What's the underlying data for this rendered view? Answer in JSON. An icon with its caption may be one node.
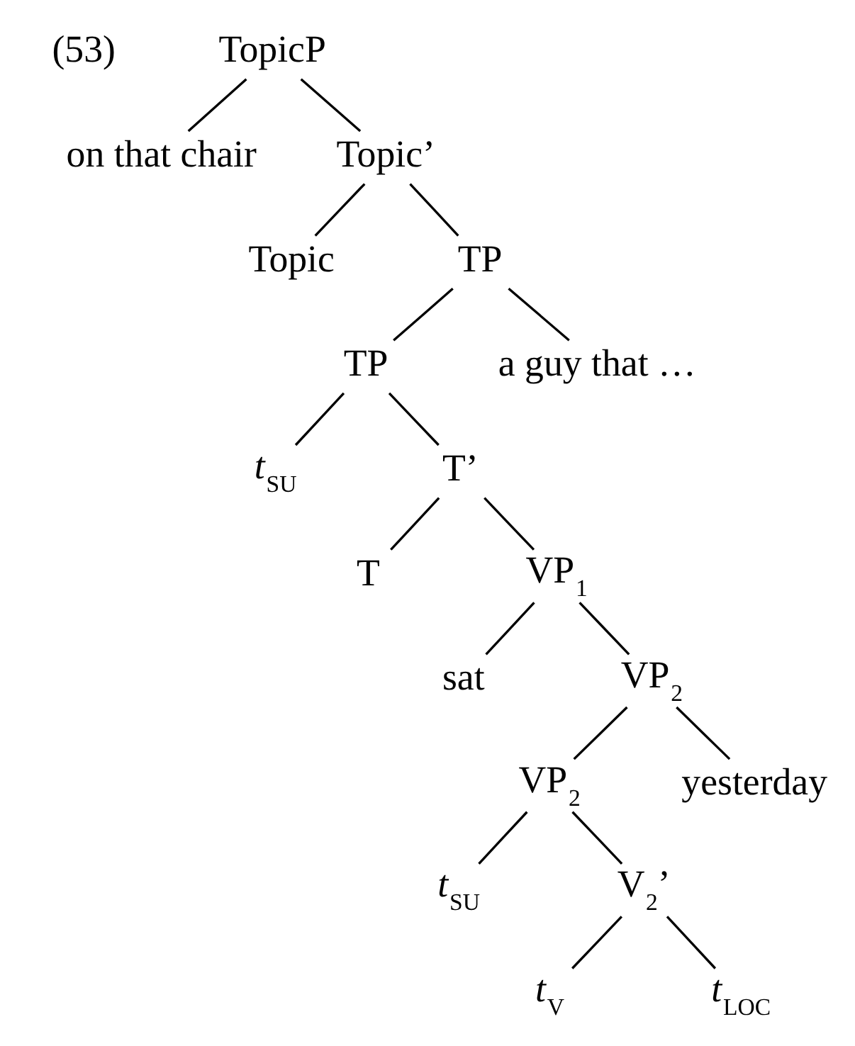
{
  "diagram": {
    "nodes": [
      {
        "text": [
          "TopicP"
        ]
      },
      {
        "text": [
          "on that chair"
        ]
      },
      {
        "text": [
          "Topic’"
        ]
      },
      {
        "text": [
          "Topic"
        ]
      },
      {
        "text": [
          "TP"
        ]
      },
      {
        "text": [
          "TP"
        ]
      },
      {
        "text": [
          "a guy that …"
        ]
      },
      {
        "text": [
          "*t*$_{SU}$"
        ]
      },
      {
        "text": [
          "T’"
        ]
      },
      {
        "text": [
          "T"
        ]
      },
      {
        "text": [
          "VP$_{1}$"
        ]
      },
      {
        "text": [
          "sat"
        ]
      },
      {
        "text": [
          "VP$_{2}$"
        ]
      },
      {
        "text": [
          "VP$_{2}$"
        ]
      },
      {
        "text": [
          "yesterday"
        ]
      },
      {
        "text": [
          "*t*$_{SU}$"
        ]
      },
      {
        "text": [
          "V$_{2}$’"
        ]
      },
      {
        "text": [
          "*t*$_{V}$"
        ]
      },
      {
        "text": [
          "*t*$_{LOC}$"
        ]
      }
    ],
    "edges": [
      {
        "from": 0,
        "to": 1,
        "arrow": "none"
      },
      {
        "from": 0,
        "to": 2,
        "arrow": "none"
      },
      {
        "from": 2,
        "to": 3,
        "arrow": "none"
      },
      {
        "from": 2,
        "to": 4,
        "arrow": "none"
      },
      {
        "from": 4,
        "to": 5,
        "arrow": "none"
      },
      {
        "from": 4,
        "to": 6,
        "arrow": "none"
      },
      {
        "from": 5,
        "to": 7,
        "arrow": "none"
      },
      {
        "from": 5,
        "to": 8,
        "arrow": "none"
      },
      {
        "from": 8,
        "to": 9,
        "arrow": "none"
      },
      {
        "from": 8,
        "to": 10,
        "arrow": "none"
      },
      {
        "from": 10,
        "to": 11,
        "arrow": "none"
      },
      {
        "from": 10,
        "to": 12,
        "arrow": "none"
      },
      {
        "from": 12,
        "to": 13,
        "arrow": "none"
      },
      {
        "from": 12,
        "to": 14,
        "arrow": "none"
      },
      {
        "from": 13,
        "to": 15,
        "arrow": "none"
      },
      {
        "from": 13,
        "to": 16,
        "arrow": "none"
      },
      {
        "from": 16,
        "to": 17,
        "arrow": "none"
      },
      {
        "from": 16,
        "to": 18,
        "arrow": "none"
      }
    ],
    "labels": [
      "(53)"
    ]
  }
}
